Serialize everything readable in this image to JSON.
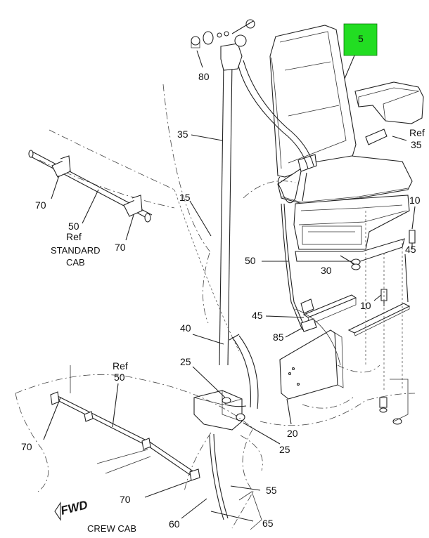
{
  "highlight": {
    "label": "5",
    "color": "#22dd22"
  },
  "labels": {
    "c80": "80",
    "c35": "35",
    "c_ref35_ref": "Ref",
    "c_ref35_num": "35",
    "c15": "15",
    "c10a": "10",
    "c45a": "45",
    "c50": "50",
    "c30": "30",
    "c10b": "10",
    "c45b": "45",
    "c40": "40",
    "c85": "85",
    "c25a": "25",
    "c25b": "25",
    "c20": "20",
    "c55": "55",
    "c60": "60",
    "c65": "65",
    "std70a": "70",
    "std50": "50",
    "std50ref": "Ref",
    "std70b": "70",
    "crew_ref": "Ref",
    "crew50": "50",
    "crew70a": "70",
    "crew70b": "70"
  },
  "captions": {
    "standard_line1": "STANDARD",
    "standard_line2": "CAB",
    "crew": "CREW CAB",
    "fwd": "FWD"
  }
}
